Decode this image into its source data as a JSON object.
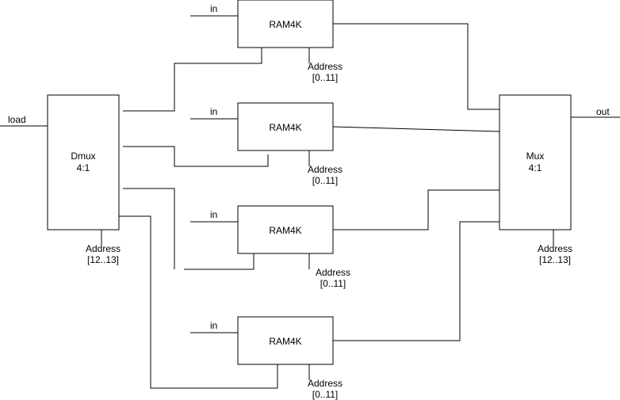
{
  "blocks": {
    "dmux": {
      "line1": "Dmux",
      "line2": "4:1",
      "address_label": "Address",
      "address_range": "[12..13]"
    },
    "mux": {
      "line1": "Mux",
      "line2": "4:1",
      "address_label": "Address",
      "address_range": "[12..13]"
    },
    "rams": [
      {
        "label": "RAM4K",
        "in_label": "in",
        "address_label": "Address",
        "address_range": "[0..11]"
      },
      {
        "label": "RAM4K",
        "in_label": "in",
        "address_label": "Address",
        "address_range": "[0..11]"
      },
      {
        "label": "RAM4K",
        "in_label": "in",
        "address_label": "Address",
        "address_range": "[0..11]"
      },
      {
        "label": "RAM4K",
        "in_label": "in",
        "address_label": "Address",
        "address_range": "[0..11]"
      }
    ]
  },
  "signals": {
    "load": "load",
    "out": "out"
  }
}
